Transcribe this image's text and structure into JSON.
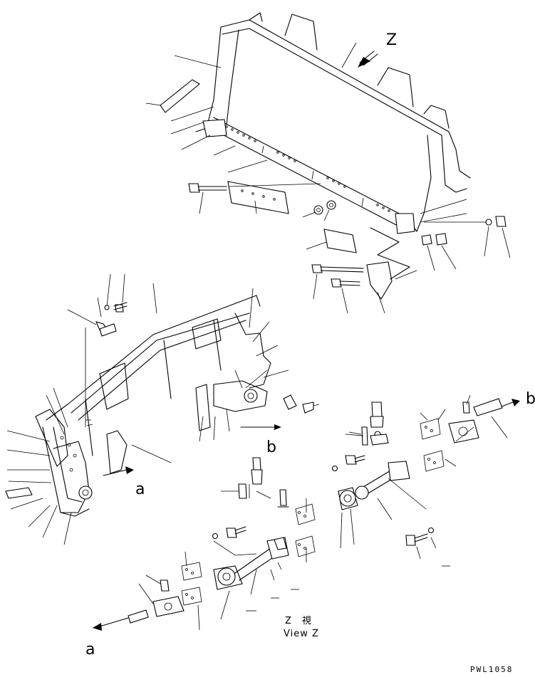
{
  "view_label_primary": "Z",
  "view_label_secondary": "Z　視",
  "view_label_english": "View Z",
  "callouts": {
    "a_bottom": "a",
    "a_left": "a",
    "b_right": "b",
    "b_mid": "b"
  },
  "drawing_code": "PWL1058",
  "colors": {
    "line": "#000000",
    "background": "#ffffff"
  }
}
